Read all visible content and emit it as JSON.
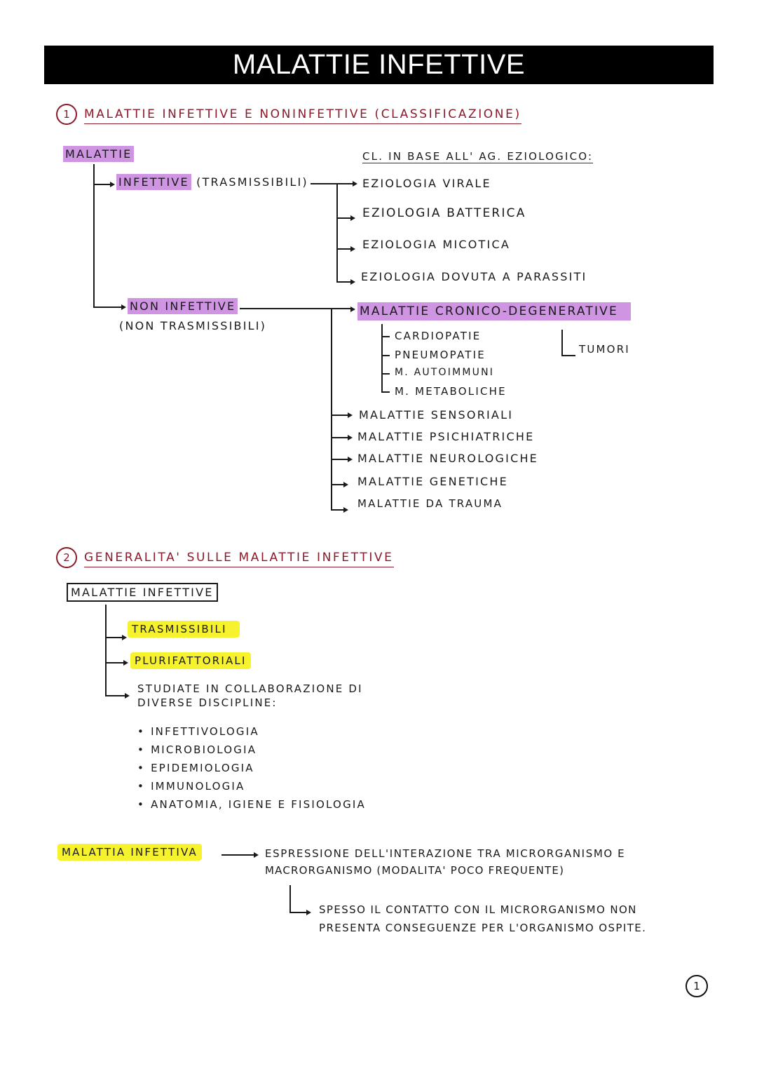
{
  "page": {
    "title": "MALATTIE INFETTIVE",
    "page_number": "1"
  },
  "section1": {
    "number": "1",
    "heading": "MALATTIE INFETTIVE E NONINFETTIVE (CLASSIFICAZIONE)",
    "root": "MALATTIE",
    "infettive": {
      "label": "INFETTIVE",
      "note": "(TRASMISSIBILI)",
      "classification_heading": "CL. IN BASE ALL' AG. EZIOLOGICO:",
      "items": [
        "EZIOLOGIA VIRALE",
        "EZIOLOGIA BATTERICA",
        "EZIOLOGIA MICOTICA",
        "EZIOLOGIA DOVUTA A PARASSITI"
      ]
    },
    "non_infettive": {
      "label": "NON INFETTIVE",
      "note": "(NON TRASMISSIBILI)",
      "cronico": {
        "label": "MALATTIE CRONICO-DEGENERATIVE",
        "subitems": [
          "CARDIOPATIE",
          "PNEUMOPATIE",
          "M. AUTOIMMUNI",
          "M. METABOLICHE"
        ],
        "side_item": "TUMORI"
      },
      "items": [
        "MALATTIE SENSORIALI",
        "MALATTIE PSICHIATRICHE",
        "MALATTIE NEUROLOGICHE",
        "MALATTIE GENETICHE",
        "MALATTIE DA TRAUMA"
      ]
    }
  },
  "section2": {
    "number": "2",
    "heading": "GENERALITA' SULLE MALATTIE INFETTIVE",
    "box_label": "MALATTIE INFETTIVE",
    "branches": [
      "TRASMISSIBILI",
      "PLURIFATTORIALI"
    ],
    "studiate_line1": "STUDIATE IN COLLABORAZIONE DI",
    "studiate_line2": "DIVERSE DISCIPLINE:",
    "disciplines": [
      "INFETTIVOLOGIA",
      "MICROBIOLOGIA",
      "EPIDEMIOLOGIA",
      "IMMUNOLOGIA",
      "ANATOMIA, IGIENE E FISIOLOGIA"
    ],
    "definition": {
      "term": "MALATTIA INFETTIVA",
      "line1": "ESPRESSIONE DELL'INTERAZIONE TRA MICRORGANISMO E",
      "line2": "MACRORGANISMO (MODALITA' POCO FREQUENTE)",
      "note_line1": "SPESSO IL CONTATTO CON IL MICRORGANISMO NON",
      "note_line2": "PRESENTA CONSEGUENZE PER L'ORGANISMO OSPITE."
    }
  }
}
